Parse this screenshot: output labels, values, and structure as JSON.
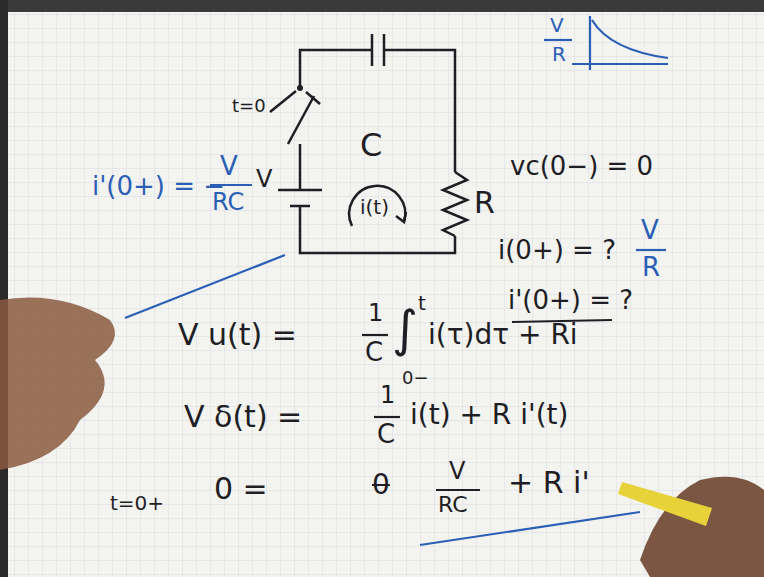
{
  "diagram": {
    "labels": [
      "t=0",
      "C",
      "R",
      "i(t)",
      "i'(0+) = −",
      "V",
      "RC",
      "V",
      "V",
      "R",
      "vc(0−) = 0",
      "i(0+) = ?",
      "V",
      "R",
      "i'(0+) = ?",
      "V u(t) =",
      "1",
      "C",
      "∫",
      "t",
      "0−",
      "i(τ)dτ + Ri",
      "V δ(t) =",
      "1",
      "C",
      "i(t) + R i'(t)",
      "t=0+",
      "0 =",
      "0",
      "V",
      "RC",
      "+ R i'"
    ]
  }
}
